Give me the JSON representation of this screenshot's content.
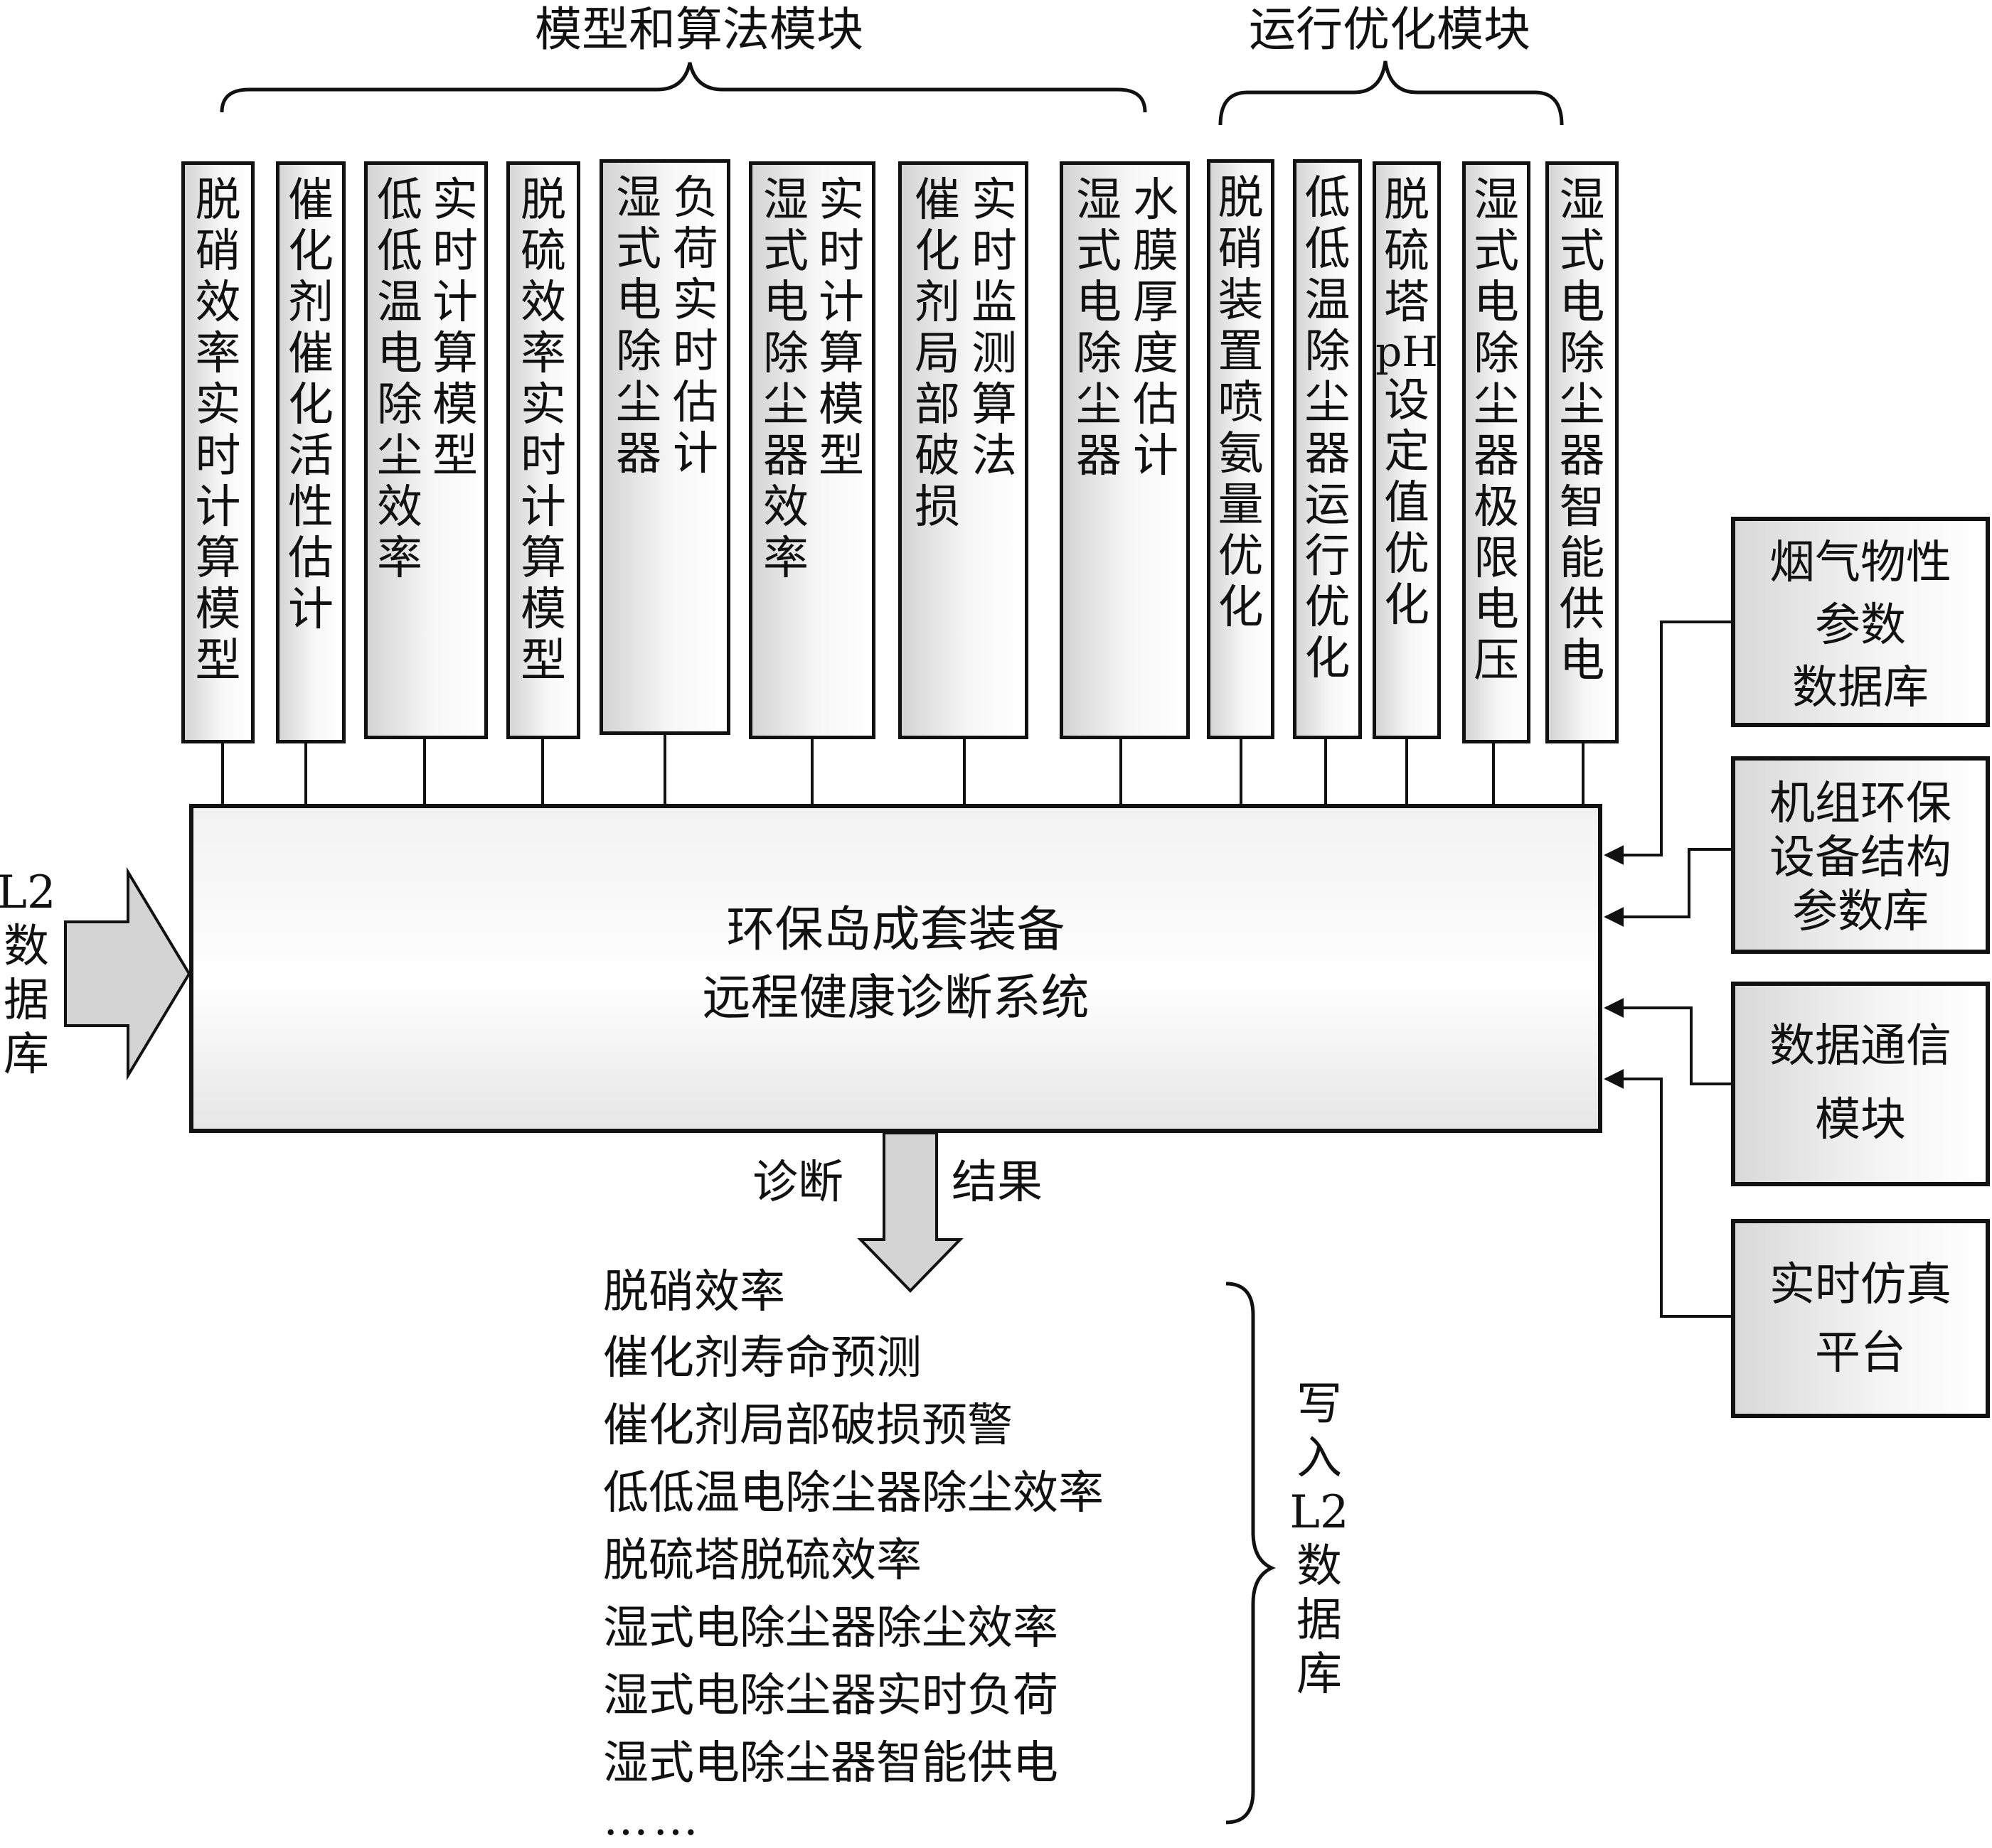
{
  "headings": {
    "model_algo": "模型和算法模块",
    "run_opt": "运行优化模块"
  },
  "model_modules": [
    {
      "col1": [
        "脱",
        "硝",
        "效",
        "率",
        "实",
        "时",
        "计",
        "算",
        "模",
        "型"
      ],
      "col2": []
    },
    {
      "col1": [
        "催",
        "化",
        "剂",
        "催",
        "化",
        "活",
        "性",
        "估",
        "计"
      ],
      "col2": []
    },
    {
      "col1": [
        "低",
        "低",
        "温",
        "电",
        "除",
        "尘",
        "效",
        "率"
      ],
      "col2": [
        "实",
        "时",
        "计",
        "算",
        "模",
        "型"
      ]
    },
    {
      "col1": [
        "脱",
        "硫",
        "效",
        "率",
        "实",
        "时",
        "计",
        "算",
        "模",
        "型"
      ],
      "col2": []
    },
    {
      "col1": [
        "湿",
        "式",
        "电",
        "除",
        "尘",
        "器"
      ],
      "col2": [
        "负",
        "荷",
        "实",
        "时",
        "估",
        "计"
      ]
    },
    {
      "col1": [
        "湿",
        "式",
        "电",
        "除",
        "尘",
        "器",
        "效",
        "率"
      ],
      "col2": [
        "实",
        "时",
        "计",
        "算",
        "模",
        "型"
      ]
    },
    {
      "col1": [
        "催",
        "化",
        "剂",
        "局",
        "部",
        "破",
        "损"
      ],
      "col2": [
        "实",
        "时",
        "监",
        "测",
        "算",
        "法"
      ]
    },
    {
      "col1": [
        "湿",
        "式",
        "电",
        "除",
        "尘",
        "器"
      ],
      "col2": [
        "水",
        "膜",
        "厚",
        "度",
        "估",
        "计"
      ]
    }
  ],
  "opt_modules": [
    {
      "col1": [
        "脱",
        "硝",
        "装",
        "置",
        "喷",
        "氨",
        "量",
        "优",
        "化"
      ]
    },
    {
      "col1": [
        "低",
        "低",
        "温",
        "除",
        "尘",
        "器",
        "运",
        "行",
        "优",
        "化"
      ]
    },
    {
      "col1": [
        "脱",
        "硫",
        "塔",
        "pH",
        "设",
        "定",
        "值",
        "优",
        "化"
      ]
    },
    {
      "col1": [
        "湿",
        "式",
        "电",
        "除",
        "尘",
        "器",
        "极",
        "限",
        "电",
        "压"
      ]
    },
    {
      "col1": [
        "湿",
        "式",
        "电",
        "除",
        "尘",
        "器",
        "智",
        "能",
        "供",
        "电"
      ]
    }
  ],
  "main_system": {
    "line1": "环保岛成套装备",
    "line2": "远程健康诊断系统"
  },
  "input_left": [
    "L2",
    "数",
    "据",
    "库"
  ],
  "side_sources": [
    {
      "lines": [
        "烟气物性",
        "参数",
        "数据库"
      ]
    },
    {
      "lines": [
        "机组环保",
        "设备结构",
        "参数库"
      ]
    },
    {
      "lines": [
        "数据通信",
        "模块"
      ]
    },
    {
      "lines": [
        "实时仿真",
        "平台"
      ]
    }
  ],
  "output": {
    "label_left": "诊断",
    "label_right": "结果",
    "items": [
      "脱硝效率",
      "催化剂寿命预测",
      "催化剂局部破损预警",
      "低低温电除尘器除尘效率",
      "脱硫塔脱硫效率",
      "湿式电除尘器除尘效率",
      "湿式电除尘器实时负荷",
      "湿式电除尘器智能供电",
      "……"
    ],
    "write_label": [
      "写",
      "入",
      "L2",
      "数",
      "据",
      "库"
    ]
  }
}
